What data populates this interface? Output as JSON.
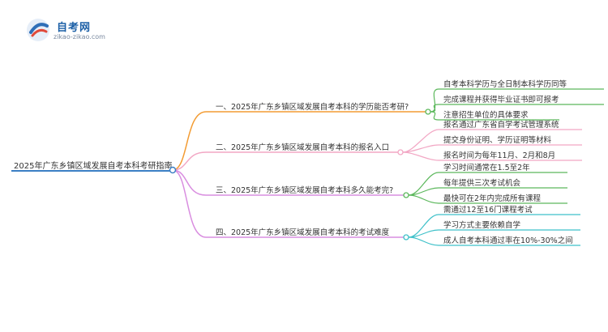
{
  "logo": {
    "name": "自考网",
    "url": "zikao-zikao.com"
  },
  "root": {
    "label": "2025年广东乡镇区域发展自考本科考研指南",
    "color": "#3b7fc4"
  },
  "branches": [
    {
      "label": "一、2025年广东乡镇区域发展自考本科的学历能否考研?",
      "color": "#f39c33",
      "leaf_color": "#5cb85c",
      "children": [
        "自考本科学历与全日制本科学历同等",
        "完成课程并获得毕业证书即可报考",
        "注意招生单位的具体要求"
      ]
    },
    {
      "label": "二、2025年广东乡镇区域发展自考本科的报名入口",
      "color": "#f2a7c4",
      "leaf_color": "#f2a7c4",
      "children": [
        "报名通过广东省自学考试管理系统",
        "提交身份证明、学历证明等材料",
        "报名时间为每年11月、2月和8月"
      ]
    },
    {
      "label": "三、2025年广东乡镇区域发展自考本科多久能考完?",
      "color": "#d98ee0",
      "leaf_color": "#5cb85c",
      "children": [
        "学习时间通常在1.5至2年",
        "每年提供三次考试机会",
        "最快可在2年内完成所有课程"
      ]
    },
    {
      "label": "四、2025年广东乡镇区域发展自考本科的考试难度",
      "color": "#d98ee0",
      "leaf_color": "#3fc1c9",
      "children": [
        "需通过12至16门课程考试",
        "学习方式主要依赖自学",
        "成人自考本科通过率在10%-30%之间"
      ]
    }
  ]
}
